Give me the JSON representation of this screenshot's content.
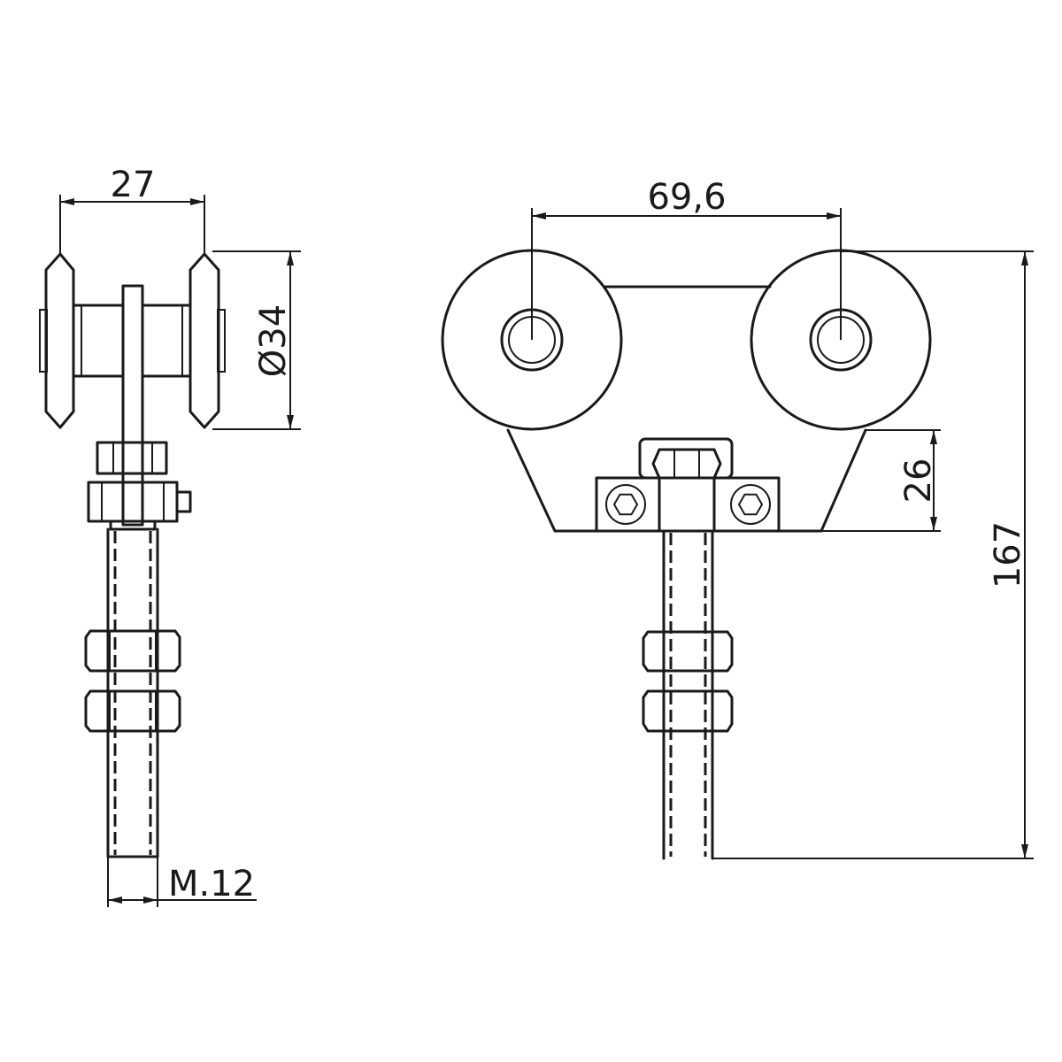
{
  "dimensions": {
    "side_width": "27",
    "wheel_diameter": "Ø34",
    "thread": "M.12",
    "wheel_spacing": "69,6",
    "bracket_height": "26",
    "total_height": "167"
  },
  "colors": {
    "line": "#1a1a1a",
    "background": "#ffffff"
  }
}
